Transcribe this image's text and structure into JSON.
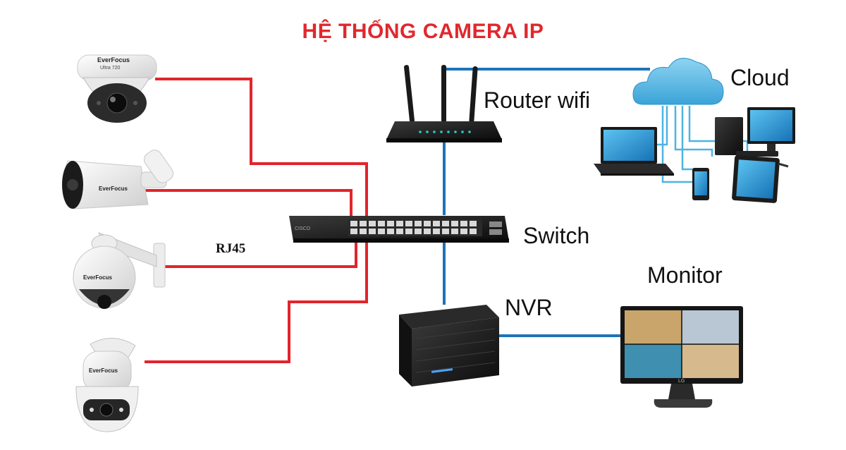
{
  "title": "HỆ THỐNG CAMERA IP",
  "labels": {
    "router": "Router wifi",
    "cloud": "Cloud",
    "switch": "Switch",
    "nvr": "NVR",
    "monitor": "Monitor",
    "rj45": "RJ45"
  },
  "device_text": {
    "camera_brand": "EverFocus",
    "camera_model": "Ultra 720",
    "switch_brand": "CISCO",
    "monitor_brand": "LG"
  },
  "colors": {
    "title": "#e0282e",
    "cable_red": "#e2242b",
    "cable_blue": "#1f73b7",
    "cloud_blue": "#4fb3e3"
  },
  "icons": [
    "dome-camera-icon",
    "bullet-camera-icon",
    "ptz-camera-icon",
    "speed-dome-camera-icon",
    "router-icon",
    "switch-icon",
    "nvr-icon",
    "monitor-icon",
    "cloud-icon",
    "laptop-icon",
    "desktop-pc-icon",
    "phone-icon",
    "tablet-icon"
  ]
}
